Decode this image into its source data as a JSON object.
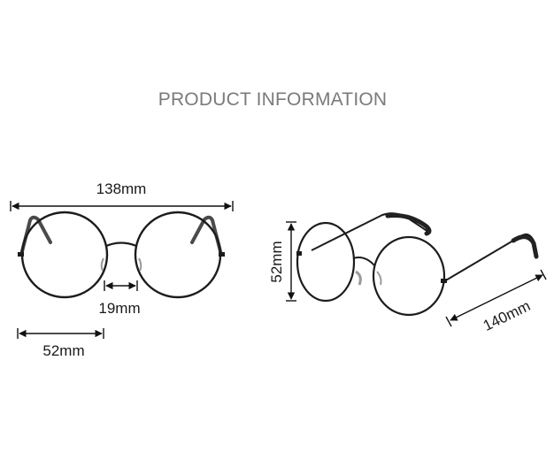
{
  "title": "PRODUCT INFORMATION",
  "measurements": {
    "total_width": "138mm",
    "bridge": "19mm",
    "lens_width": "52mm",
    "lens_height": "52mm",
    "temple_length": "140mm"
  },
  "colors": {
    "frame": "#1c1c1c",
    "title": "#7a7a7a",
    "dimension_line": "#111111"
  }
}
